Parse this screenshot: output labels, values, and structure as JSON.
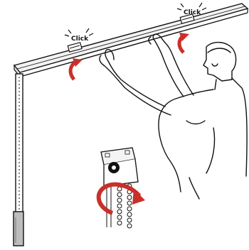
{
  "labels": {
    "click_left": "Click",
    "click_right": "Click"
  },
  "colors": {
    "arrow": "#c8302a",
    "line": "#111111",
    "rail": "#e6e6e6"
  },
  "icons": {
    "arrows": "curved-red-arrow"
  }
}
